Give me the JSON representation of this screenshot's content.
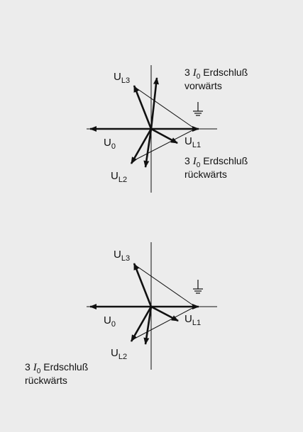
{
  "diagrams": [
    {
      "labels": {
        "u_l3": {
          "main": "U",
          "sub": "L3"
        },
        "u_0": {
          "main": "U",
          "sub": "0"
        },
        "u_l2": {
          "main": "U",
          "sub": "L2"
        },
        "u_l1": {
          "main": "U",
          "sub": "L1"
        }
      },
      "annotations": {
        "forward": {
          "prefix": "3",
          "var": "I",
          "sub": "0",
          "word": "Erdschluß",
          "line2": "vorwärts"
        },
        "backward": {
          "prefix": "3",
          "var": "I",
          "sub": "0",
          "word": "Erdschluß",
          "line2": "rückwärts"
        }
      },
      "ground_symbol": "ground-icon"
    },
    {
      "labels": {
        "u_l3": {
          "main": "U",
          "sub": "L3"
        },
        "u_0": {
          "main": "U",
          "sub": "0"
        },
        "u_l2": {
          "main": "U",
          "sub": "L2"
        },
        "u_l1": {
          "main": "U",
          "sub": "L1"
        }
      },
      "annotations": {
        "backward": {
          "prefix": "3",
          "var": "I",
          "sub": "0",
          "word": "Erdschluß",
          "line2": "rückwärts"
        }
      },
      "ground_symbol": "ground-icon"
    }
  ]
}
